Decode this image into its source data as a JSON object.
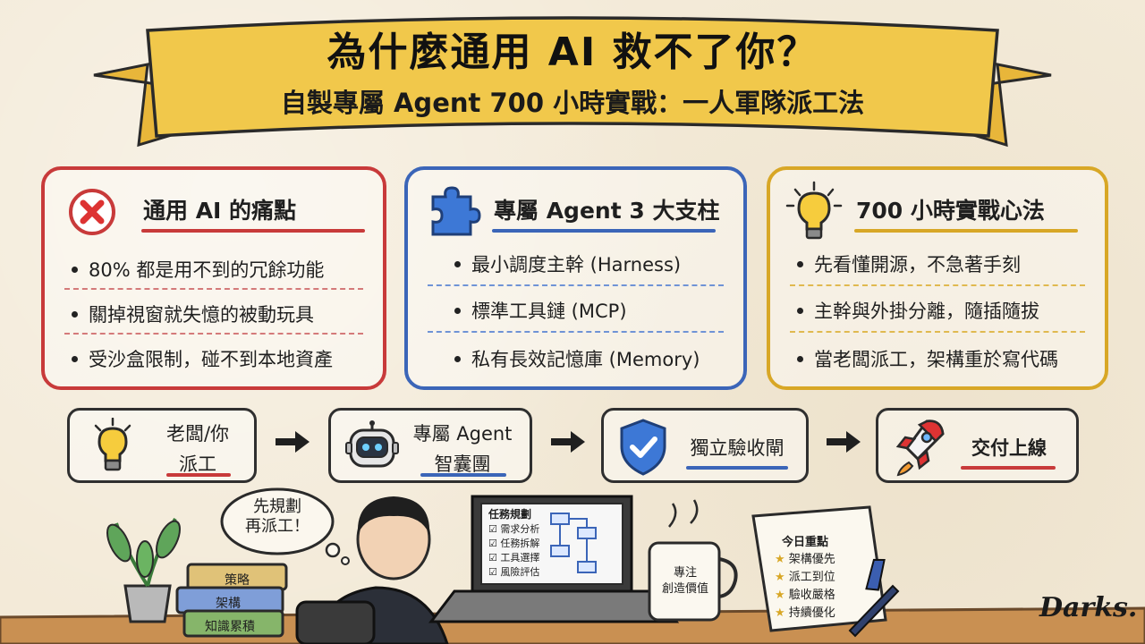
{
  "header": {
    "title": "為什麼通用 AI 救不了你？",
    "subtitle": "自製專屬 Agent 700 小時實戰：一人軍隊派工法"
  },
  "cards": [
    {
      "title": "通用 AI 的痛點",
      "icon": "x-circle-icon",
      "accent": "#c83a3a",
      "items": [
        "80% 都是用不到的冗餘功能",
        "關掉視窗就失憶的被動玩具",
        "受沙盒限制，碰不到本地資產"
      ]
    },
    {
      "title": "專屬 Agent 3 大支柱",
      "icon": "puzzle-icon",
      "accent": "#3b65b8",
      "items": [
        "最小調度主幹 (Harness)",
        "標準工具鏈 (MCP)",
        "私有長效記憶庫 (Memory)"
      ]
    },
    {
      "title": "700 小時實戰心法",
      "icon": "lightbulb-icon",
      "accent": "#d8a726",
      "items": [
        "先看懂開源，不急著手刻",
        "主幹與外掛分離，隨插隨拔",
        "當老闆派工，架構重於寫代碼"
      ]
    }
  ],
  "flow": [
    {
      "line1": "老闆/你",
      "line2": "派工",
      "icon": "lightbulb-icon"
    },
    {
      "line1": "專屬 Agent",
      "line2": "智囊團",
      "icon": "robot-icon"
    },
    {
      "line1": "獨立驗收閘",
      "line2": "",
      "icon": "shield-check-icon"
    },
    {
      "line1": "交付上線",
      "line2": "",
      "icon": "rocket-icon"
    }
  ],
  "scene": {
    "thought_bubble": "先規劃\n再派工！",
    "books": [
      "策略",
      "架構",
      "知識累積"
    ],
    "screen_title": "任務規劃",
    "screen_items": [
      "需求分析",
      "任務拆解",
      "工具選擇",
      "風險評估"
    ],
    "mug_text": "專注\n創造價值",
    "notebook_title": "今日重點",
    "notebook_items": [
      "架構優先",
      "派工到位",
      "驗收嚴格",
      "持續優化"
    ]
  },
  "signature": "Darks."
}
